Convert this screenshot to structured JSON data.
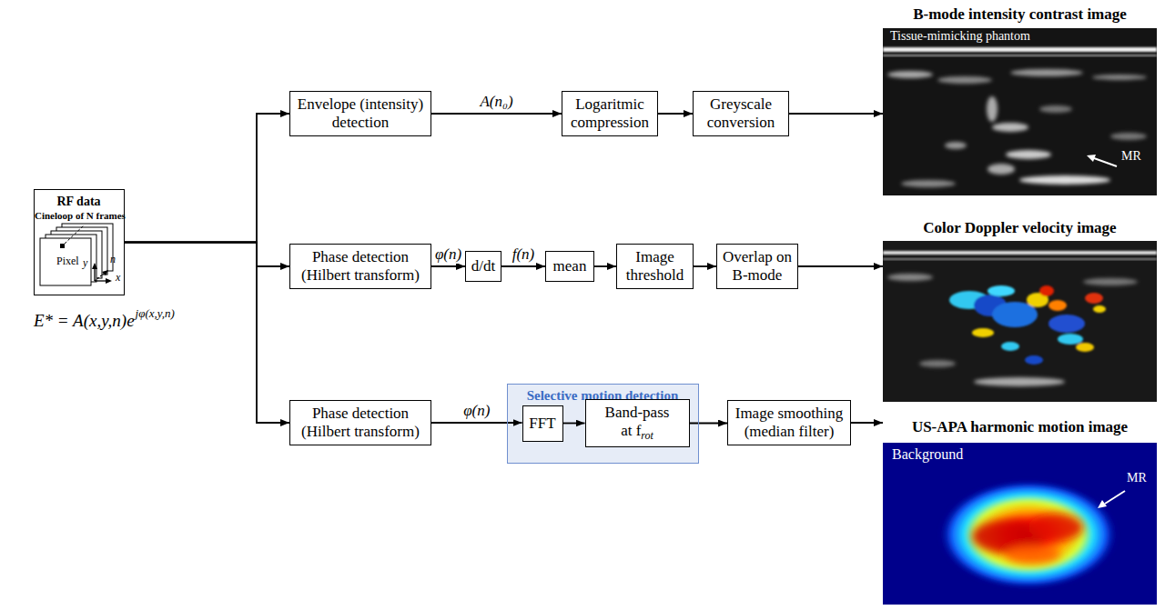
{
  "diagram": {
    "nodes": [
      {
        "text": [
          "RF data",
          "Cineloop of N frames",
          "Pixel"
        ]
      },
      {
        "text": [
          "Envelope (intensity) detection"
        ]
      },
      {
        "text": [
          "Logaritmic compression"
        ]
      },
      {
        "text": [
          "Greyscale conversion"
        ]
      },
      {
        "text": [
          "B-mode intensity contrast image",
          "Tissue-mimicking phantom",
          "MR"
        ]
      },
      {
        "text": [
          "Phase detection (Hilbert transform)"
        ]
      },
      {
        "text": [
          "d/dt"
        ]
      },
      {
        "text": [
          "mean"
        ]
      },
      {
        "text": [
          "Image threshold"
        ]
      },
      {
        "text": [
          "Overlap on B-mode"
        ]
      },
      {
        "text": [
          "Color Doppler velocity image"
        ]
      },
      {
        "text": [
          "Phase detection (Hilbert transform)"
        ]
      },
      {
        "text": [
          "Selective motion detection"
        ]
      },
      {
        "text": [
          "FFT"
        ],
        "in": 12
      },
      {
        "text": [
          "Band-pass at f",
          "rot"
        ],
        "in": 12
      },
      {
        "text": [
          "Image smoothing (median filter)"
        ]
      },
      {
        "text": [
          "US-APA harmonic motion image",
          "Background",
          "MR"
        ]
      }
    ],
    "edges": [
      {
        "from": 0,
        "to": 1,
        "arrow": "to"
      },
      {
        "from": 0,
        "to": 5,
        "arrow": "to"
      },
      {
        "from": 0,
        "to": 11,
        "arrow": "to"
      },
      {
        "from": 1,
        "to": 2,
        "label": "A(n₀)",
        "arrow": "to"
      },
      {
        "from": 2,
        "to": 3,
        "arrow": "to"
      },
      {
        "from": 3,
        "to": 4,
        "arrow": "to"
      },
      {
        "from": 5,
        "to": 6,
        "label": "φ(n)",
        "arrow": "to"
      },
      {
        "from": 6,
        "to": 7,
        "label": "f(n)",
        "arrow": "to"
      },
      {
        "from": 7,
        "to": 8,
        "arrow": "to"
      },
      {
        "from": 8,
        "to": 9,
        "arrow": "to"
      },
      {
        "from": 9,
        "to": 10,
        "arrow": "to"
      },
      {
        "from": 11,
        "to": 13,
        "label": "φ(n)",
        "arrow": "to"
      },
      {
        "from": 13,
        "to": 14,
        "arrow": "to"
      },
      {
        "from": 14,
        "to": 15,
        "arrow": "to"
      },
      {
        "from": 15,
        "to": 16,
        "arrow": "to"
      }
    ],
    "labels": [
      "y",
      "n",
      "x",
      "E* = A(x,y,n)e",
      "jφ(x,y,n)"
    ]
  }
}
